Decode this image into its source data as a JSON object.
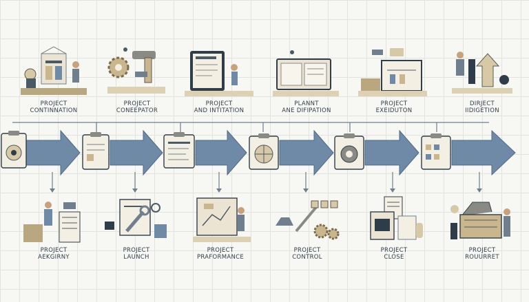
{
  "top_stages": [
    {
      "line1": "PROJECT",
      "line2": "CONTINNATION"
    },
    {
      "line1": "PROJECT",
      "line2": "CONEEPATOR"
    },
    {
      "line1": "PROJECT",
      "line2": "AND INTITATION"
    },
    {
      "line1": "PLANNT",
      "line2": "ANE DIFIPATION"
    },
    {
      "line1": "PROJECT",
      "line2": "EXEIDUTON"
    },
    {
      "line1": "DIRJECT",
      "line2": "IIDIGETION"
    }
  ],
  "bottom_stages": [
    {
      "line1": "PROJECT",
      "line2": "AEKGIRNY"
    },
    {
      "line1": "PROJECT",
      "line2": "LAUNCH"
    },
    {
      "line1": "PROJECT",
      "line2": "PRAFORMANCE"
    },
    {
      "line1": "PROJECT",
      "line2": "CONTROL"
    },
    {
      "line1": "PROJECT",
      "line2": "CLOSE"
    },
    {
      "line1": "PROJECT",
      "line2": "ROUURRET"
    }
  ],
  "colors": {
    "arrow_fill": "#6e8aa6",
    "arrow_dark": "#4f6a86",
    "connector": "#6f7f8d",
    "paper": "#f4efe3",
    "beige": "#d8c9a6",
    "ink": "#2f3d4a"
  },
  "icons": [
    "machine-workshop-icon",
    "gear-robot-icon",
    "blueprint-board-icon",
    "laptop-notes-icon",
    "workbench-blueprint-icon",
    "worker-arrows-icon",
    "clipboard-icon"
  ]
}
